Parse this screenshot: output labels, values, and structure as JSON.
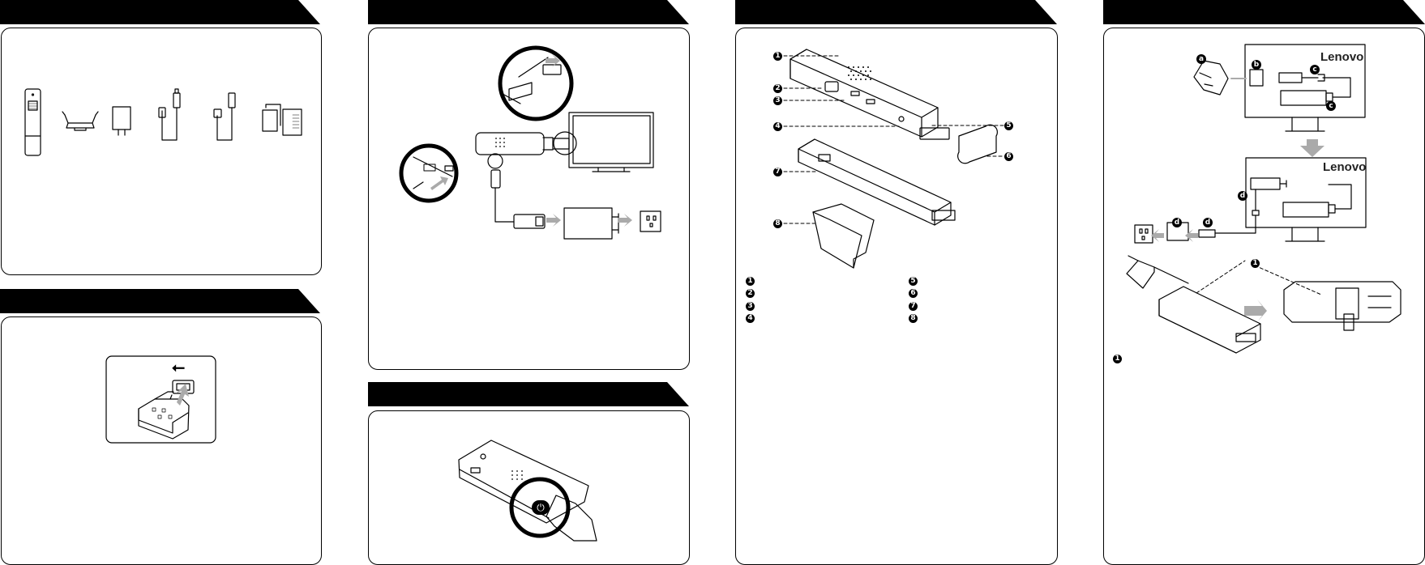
{
  "brand": {
    "logo_text": "Lenovo"
  },
  "callouts": {
    "numbers": [
      "1",
      "2",
      "3",
      "4",
      "5",
      "6",
      "7",
      "8"
    ],
    "letters": [
      "a",
      "b",
      "c",
      "c",
      "d",
      "d",
      "d"
    ],
    "lists": {
      "left": [
        "1",
        "2",
        "3",
        "4"
      ],
      "right": [
        "5",
        "6",
        "7",
        "8"
      ],
      "panel4": [
        "1"
      ]
    }
  },
  "icons": {
    "usb": "usb-icon",
    "power": "power-icon",
    "outlet": "power-outlet-icon"
  }
}
